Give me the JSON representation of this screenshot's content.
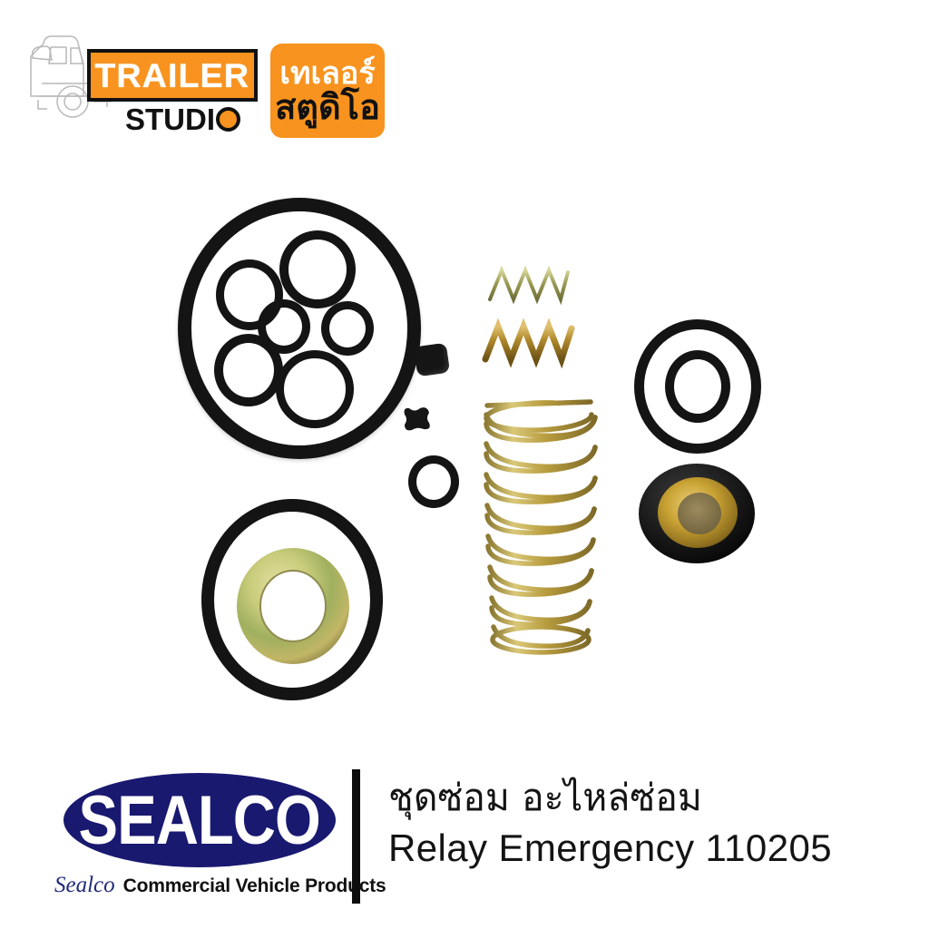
{
  "header": {
    "truck_icon": "truck-outline-icon",
    "trailer_label": "TRAILER",
    "studio_label": "STUDI",
    "studio_o_icon": "orange-circle-o-icon",
    "thai_line1": "เทเลอร์",
    "thai_line2": "สตูดิโอ",
    "brand_orange": "#F7931E",
    "brand_black": "#111111"
  },
  "product_image": {
    "background": "#FFFFFF",
    "alt": "Sealco relay emergency valve repair kit parts laid out",
    "parts": [
      {
        "name": "large-o-ring-cluster",
        "label": "Large O-ring with five inner O-rings",
        "color": "#141414"
      },
      {
        "name": "square-block-seal",
        "label": "Square rubber block seal",
        "color": "#151515"
      },
      {
        "name": "quad-ring-seal",
        "label": "Cross shaped quad-ring seal",
        "color": "#151515"
      },
      {
        "name": "small-o-ring",
        "label": "Small O-ring",
        "color": "#141414"
      },
      {
        "name": "small-spring-upper",
        "label": "Small coil spring",
        "color": "#A8A86A"
      },
      {
        "name": "small-spring-lower",
        "label": "Small brass coil spring",
        "color": "#B99A3C"
      },
      {
        "name": "large-tapered-spring",
        "label": "Large tapered coil spring",
        "color": "#C0A545"
      },
      {
        "name": "double-o-ring",
        "label": "Pair of concentric O-rings",
        "color": "#141414"
      },
      {
        "name": "brass-bushing-seal",
        "label": "Rubber seal with brass insert",
        "color": "#C49A2E"
      },
      {
        "name": "piston-seal-washer",
        "label": "Large O-ring with zinc plated washer",
        "color": "#BCBE6B"
      }
    ]
  },
  "footer": {
    "sealco_name": "SEALCO",
    "sealco_script": "Sealco",
    "sealco_tagline": "Commercial Vehicle Products",
    "sealco_navy": "#191970",
    "product_title_thai": "ชุดซ่อม อะไหล่ซ่อม",
    "product_title_en": "Relay Emergency 110205"
  }
}
